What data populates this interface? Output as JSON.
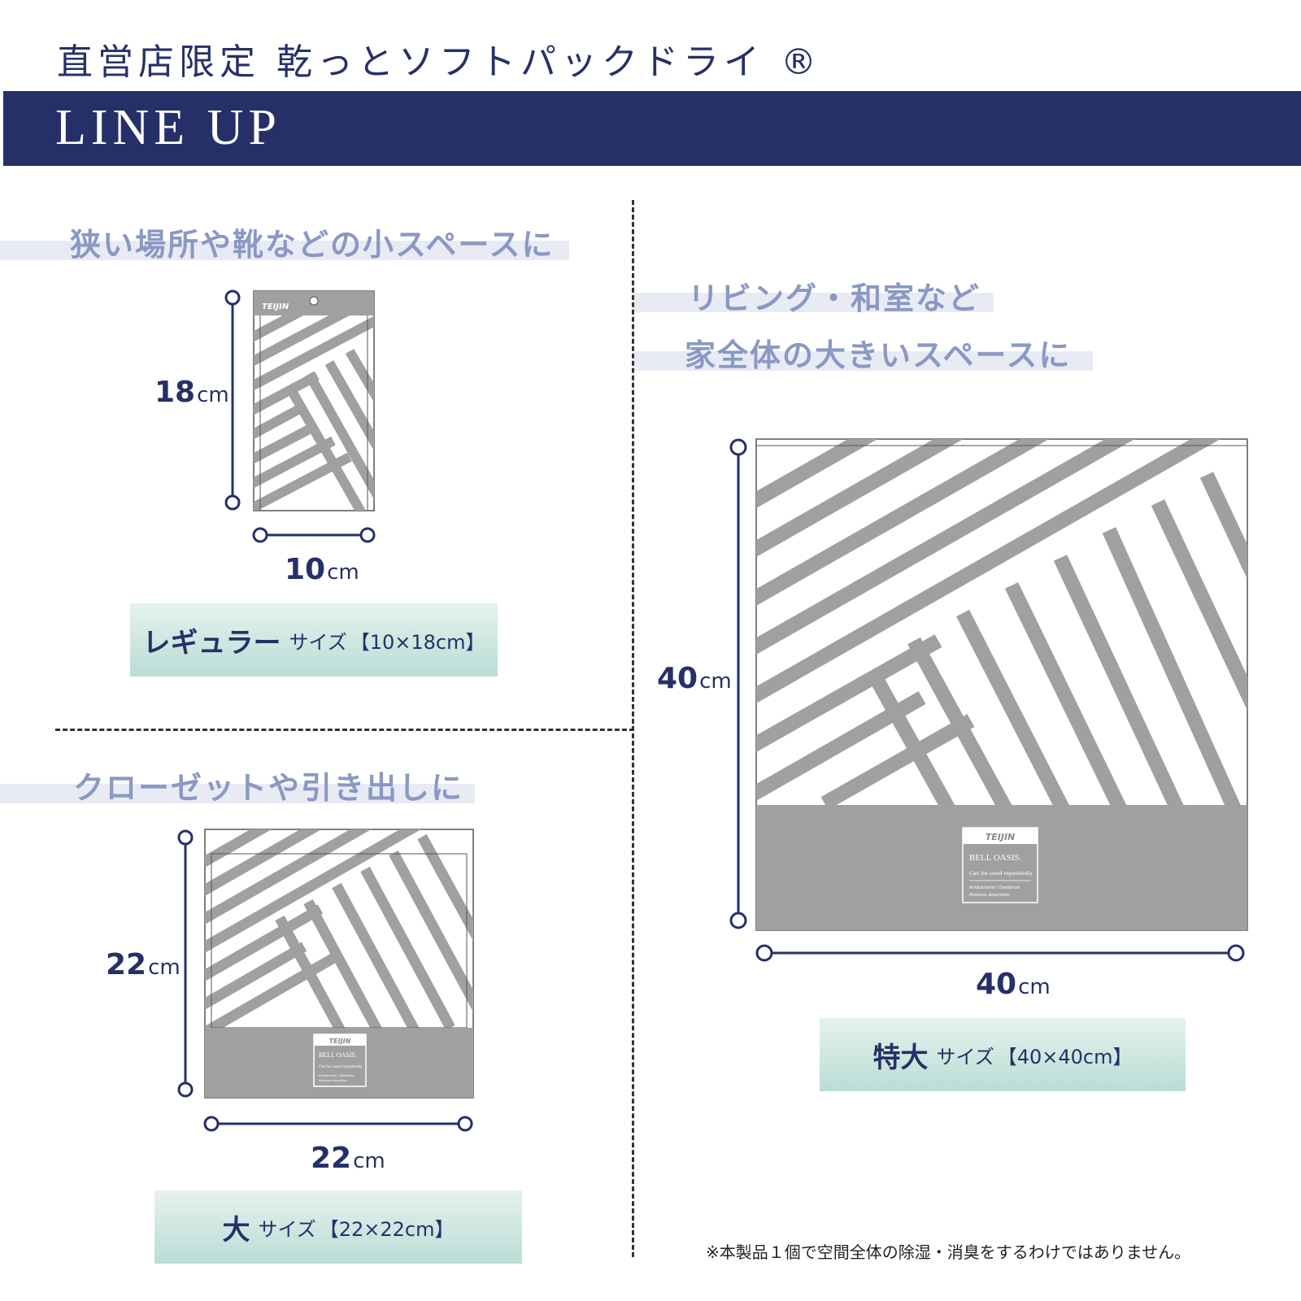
{
  "header": {
    "title": "直営店限定 乾っとソフトパックドライ ®",
    "lineup": "LINE UP"
  },
  "sections": {
    "regular": {
      "heading": "狭い場所や靴などの小スペースに",
      "height_label": "18",
      "width_label": "10",
      "unit": "cm",
      "size_name": "レギュラー",
      "size_suffix": "サイズ",
      "size_spec": "【10×18cm】"
    },
    "large": {
      "heading": "クローゼットや引き出しに",
      "height_label": "22",
      "width_label": "22",
      "unit": "cm",
      "size_name": "大",
      "size_suffix": "サイズ",
      "size_spec": "【22×22cm】"
    },
    "xlarge": {
      "heading_line1": "リビング・和室など",
      "heading_line2": "家全体の大きいスペースに",
      "height_label": "40",
      "width_label": "40",
      "unit": "cm",
      "size_name": "特大",
      "size_suffix": "サイズ",
      "size_spec": "【40×40cm】"
    }
  },
  "package": {
    "brand": "TEIJIN",
    "product": "BELL OASIS.",
    "tagline": "Can be used repeatedly.",
    "features_line1": "Antibacterial / Deodorize",
    "features_line2": "Moisture absorption"
  },
  "footnote": "※本製品１個で空間全体の除湿・消臭をするわけではありません。",
  "colors": {
    "navy": "#263068",
    "heading": "#8a98c4",
    "heading_band": "#e8ebf4",
    "stripe": "#a0a0a0",
    "label_top": "#e6f2ee",
    "label_bottom": "#b9ddd5"
  }
}
